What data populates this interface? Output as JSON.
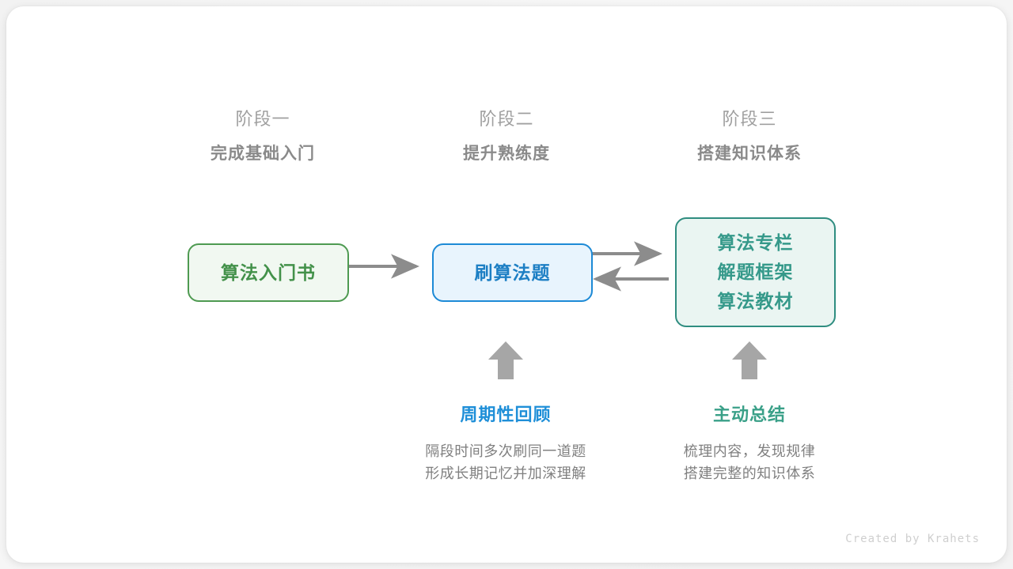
{
  "canvas": {
    "background": "#f4f4f4",
    "card_background": "#ffffff"
  },
  "colors": {
    "stage_number": "#a0a0a0",
    "stage_title": "#8a8a8a",
    "green": "#43914a",
    "green_border": "#4e9a51",
    "green_fill": "#f1f8f1",
    "blue": "#1d7fc4",
    "blue_border": "#1d8ad6",
    "blue_fill": "#e8f4fd",
    "teal": "#35998a",
    "teal_border": "#2f8d80",
    "teal_fill": "#eaf5f2",
    "arrow_gray": "#8c8c8c",
    "note_blue": "#1f8fd8",
    "note_teal": "#3aa088",
    "note_body": "#808080",
    "watermark": "#cfcfcf"
  },
  "stages": [
    {
      "number": "阶段一",
      "title": "完成基础入门"
    },
    {
      "number": "阶段二",
      "title": "提升熟练度"
    },
    {
      "number": "阶段三",
      "title": "搭建知识体系"
    }
  ],
  "nodes": [
    {
      "id": "book",
      "lines": [
        "算法入门书"
      ]
    },
    {
      "id": "practice",
      "lines": [
        "刷算法题"
      ]
    },
    {
      "id": "system",
      "lines": [
        "算法专栏",
        "解题框架",
        "算法教材"
      ]
    }
  ],
  "links": [
    {
      "from": "book",
      "to": "practice",
      "direction": "right"
    },
    {
      "from": "practice",
      "to": "system",
      "direction": "right"
    },
    {
      "from": "system",
      "to": "practice",
      "direction": "left"
    }
  ],
  "notes": [
    {
      "id": "review",
      "title": "周期性回顾",
      "lines": [
        "隔段时间多次刷同一道题",
        "形成长期记忆并加深理解"
      ],
      "arrow": "up-arrow-icon"
    },
    {
      "id": "summary",
      "title": "主动总结",
      "lines": [
        "梳理内容，发现规律",
        "搭建完整的知识体系"
      ],
      "arrow": "up-arrow-icon"
    }
  ],
  "watermark": "Created by Krahets"
}
